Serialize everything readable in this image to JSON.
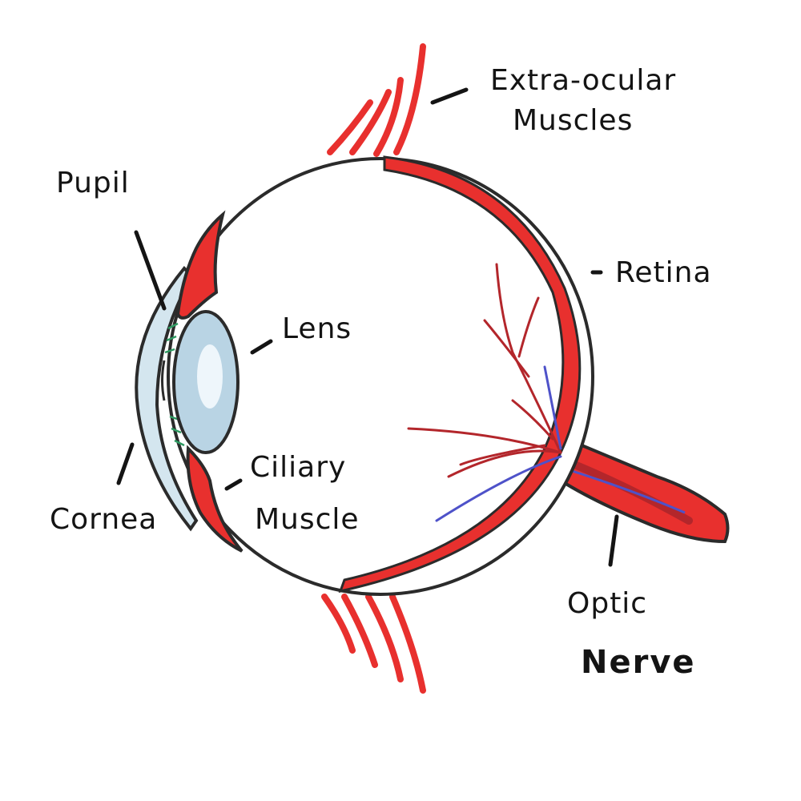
{
  "diagram": {
    "labels": {
      "extraocular_line1": "Extra-ocular",
      "extraocular_line2": "Muscles",
      "pupil": "Pupil",
      "retina": "Retina",
      "lens": "Lens",
      "ciliary_line1": "Ciliary",
      "ciliary_line2": "Muscle",
      "cornea": "Cornea",
      "optic_line1": "Optic",
      "optic_line2": "Nerve"
    },
    "colors": {
      "muscle_red": "#e8302e",
      "muscle_light": "#ec5a52",
      "lens_blue": "#b9d4e4",
      "cornea_blue": "#d4e6ef",
      "vein_blue": "#4e52c9",
      "artery_dark": "#b3262b",
      "zonule_green": "#2f9a62",
      "outline": "#2b2b2b"
    }
  }
}
